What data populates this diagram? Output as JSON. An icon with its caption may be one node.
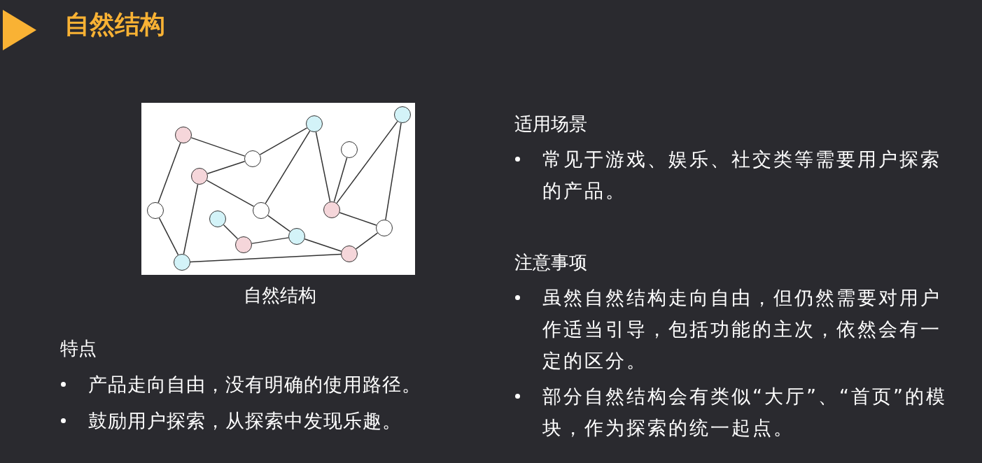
{
  "diagram": {
    "title": "自然结构",
    "caption": "自然结构",
    "nodes": [
      {
        "text": [],
        "shape": "circle"
      },
      {
        "text": [],
        "shape": "circle"
      },
      {
        "text": [],
        "shape": "circle"
      },
      {
        "text": [],
        "shape": "circle"
      },
      {
        "text": [],
        "shape": "circle"
      },
      {
        "text": [],
        "shape": "circle"
      },
      {
        "text": [],
        "shape": "circle"
      },
      {
        "text": [],
        "shape": "circle"
      },
      {
        "text": [],
        "shape": "circle"
      },
      {
        "text": [],
        "shape": "circle"
      },
      {
        "text": [],
        "shape": "circle"
      },
      {
        "text": [],
        "shape": "circle"
      },
      {
        "text": [],
        "shape": "circle"
      },
      {
        "text": [],
        "shape": "circle"
      },
      {
        "text": [],
        "shape": "circle"
      }
    ],
    "edges": [
      {
        "from": 2,
        "to": 6,
        "arrow": "none"
      },
      {
        "from": 2,
        "to": 0,
        "arrow": "none"
      },
      {
        "from": 0,
        "to": 1,
        "arrow": "none"
      },
      {
        "from": 6,
        "to": 9,
        "arrow": "none"
      },
      {
        "from": 6,
        "to": 3,
        "arrow": "none"
      },
      {
        "from": 3,
        "to": 1,
        "arrow": "none"
      },
      {
        "from": 3,
        "to": 7,
        "arrow": "none"
      },
      {
        "from": 7,
        "to": 9,
        "arrow": "none"
      },
      {
        "from": 7,
        "to": 8,
        "arrow": "none"
      },
      {
        "from": 4,
        "to": 5,
        "arrow": "none"
      },
      {
        "from": 5,
        "to": 8,
        "arrow": "none"
      },
      {
        "from": 8,
        "to": 12,
        "arrow": "none"
      },
      {
        "from": 1,
        "to": 12,
        "arrow": "none"
      },
      {
        "from": 9,
        "to": 10,
        "arrow": "none"
      },
      {
        "from": 11,
        "to": 10,
        "arrow": "none"
      },
      {
        "from": 14,
        "to": 10,
        "arrow": "none"
      },
      {
        "from": 14,
        "to": 13,
        "arrow": "none"
      },
      {
        "from": 10,
        "to": 13,
        "arrow": "none"
      },
      {
        "from": 13,
        "to": 12,
        "arrow": "none"
      }
    ],
    "labels": [
      "特点",
      "产品走向自由，没有明确的使用路径。",
      "鼓励用户探索，从探索中发现乐趣。",
      "适用场景",
      "常见于游戏、娱乐、社交类等需要用户探索的产品。",
      "注意事项",
      "虽然自然结构走向自由，但仍然需要对用户作适当引导，包括功能的主次，依然会有一定的区分。",
      "部分自然结构会有类似“大厅”、“首页”的模块，作为探索的统一起点。"
    ]
  }
}
